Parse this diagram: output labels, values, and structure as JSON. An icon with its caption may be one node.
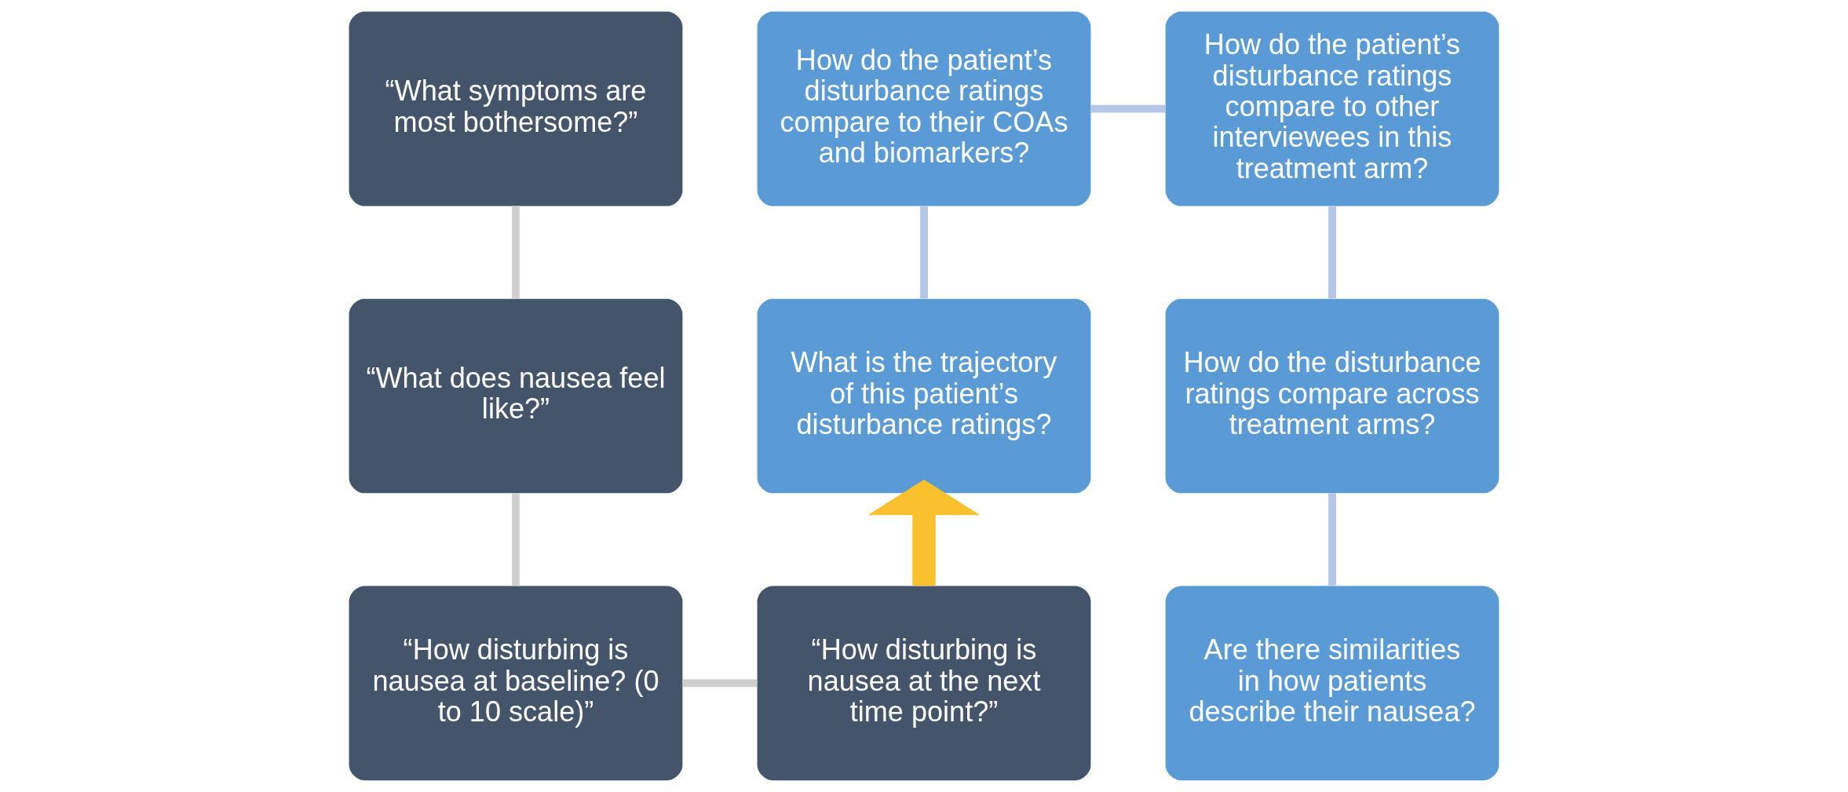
{
  "diagram": {
    "nodes": [
      {
        "text": [
          "“What symptoms are most bothersome?”"
        ]
      },
      {
        "text": [
          "“What does nausea feel like?”"
        ]
      },
      {
        "text": [
          "“How disturbing is nausea at baseline? (0 to 10 scale)”"
        ]
      },
      {
        "text": [
          "“How disturbing is nausea at the next time point?”"
        ]
      },
      {
        "text": [
          "How do the patient’s disturbance ratings compare to their COAs and biomarkers?"
        ]
      },
      {
        "text": [
          "What is the trajectory of this patient’s disturbance ratings?"
        ]
      },
      {
        "text": [
          "How do the patient’s disturbance ratings compare to other interviewees in this treatment arm?"
        ]
      },
      {
        "text": [
          "How do the disturbance ratings compare across treatment arms?"
        ]
      },
      {
        "text": [
          "Are there similarities in how patients describe their nausea?"
        ]
      }
    ],
    "edges": [
      {
        "from": 0,
        "to": 1,
        "arrow": "none",
        "color": "#d0cece"
      },
      {
        "from": 1,
        "to": 2,
        "arrow": "none",
        "color": "#d0cece"
      },
      {
        "from": 2,
        "to": 3,
        "arrow": "none",
        "color": "#d0cece"
      },
      {
        "from": 3,
        "to": 5,
        "arrow": "to",
        "style": "thick",
        "color": "#fbc02d"
      },
      {
        "from": 4,
        "to": 5,
        "arrow": "none",
        "color": "#b4c7e7"
      },
      {
        "from": 4,
        "to": 6,
        "arrow": "none",
        "color": "#b4c7e7"
      },
      {
        "from": 6,
        "to": 7,
        "arrow": "none",
        "color": "#b4c7e7"
      },
      {
        "from": 7,
        "to": 8,
        "arrow": "none",
        "color": "#b4c7e7"
      }
    ]
  }
}
